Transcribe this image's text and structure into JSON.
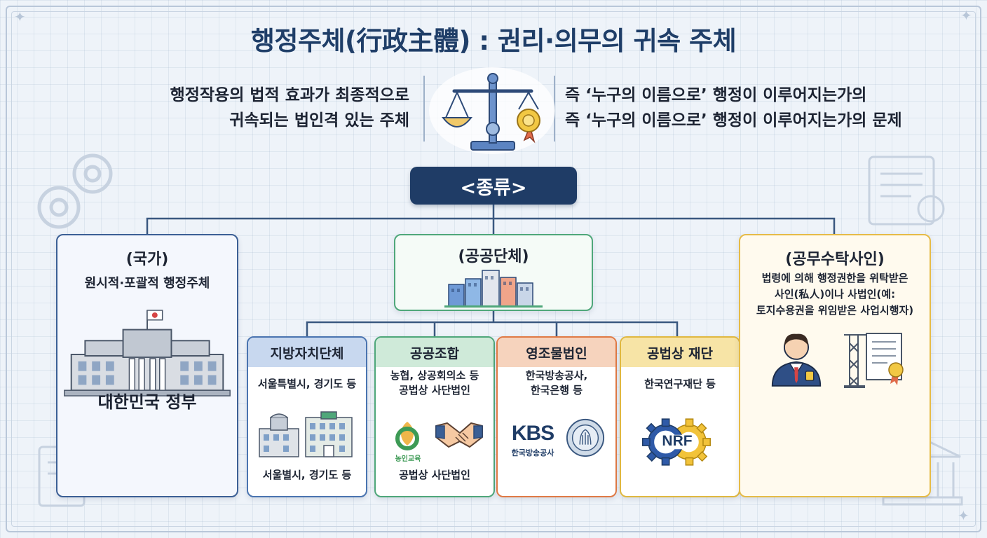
{
  "title": "행정주체(行政主體) : 권리·의무의 귀속 주체",
  "definition_left": [
    "행정작용의 법적 효과가 최종적으로",
    "귀속되는 법인격 있는 주체"
  ],
  "definition_right": [
    "즉 ‘누구의 이름으로’ 행정이 이루어지는가의",
    "즉 ‘누구의 이름으로’ 행정이 이루어지는가의 문제"
  ],
  "types_header": "<종류>",
  "state": {
    "title": "(국가)",
    "description": "원시적·포괄적 행정주체",
    "name": "대한민국 정부"
  },
  "public_body": {
    "title": "(공공단체)",
    "subtypes": [
      {
        "title": "지방자치단체",
        "examples": "서울특별시, 경기도 등",
        "caption": "서울별시, 경기도 등"
      },
      {
        "title": "공공조합",
        "examples": [
          "농협, 상공회의소 등",
          "공법상 사단법인"
        ],
        "caption": "공법상 사단법인",
        "logo_text": "농인교육"
      },
      {
        "title": "영조물법인",
        "examples": [
          "한국방송공사,",
          "한국은행 등"
        ],
        "logo_text": "KBS",
        "logo_subtext": "한국방송공사"
      },
      {
        "title": "공법상 재단",
        "examples": "한국연구재단 등",
        "logo_text": "NRF"
      }
    ]
  },
  "entrusted": {
    "title": "(공무수탁사인)",
    "description": [
      "법령에 의해 행정권한을 위탁받은",
      "사인(私人)이나 사법인(예:",
      "토지수용권을 위임받은 사업시행자)"
    ]
  },
  "colors": {
    "navy": "#1f3c66",
    "blue": "#4a74b0",
    "green": "#4fa77a",
    "orange": "#e07a45",
    "yellow": "#e0b840"
  }
}
